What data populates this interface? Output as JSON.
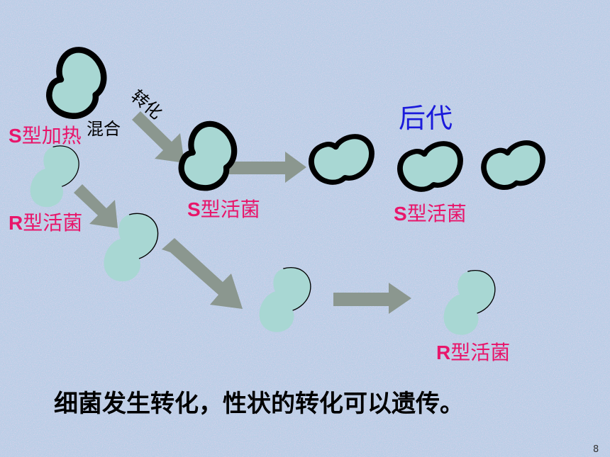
{
  "labels": {
    "s_heated": {
      "prefix": "S",
      "rest": "型加热"
    },
    "mix": "混合",
    "transform": "转化",
    "r_live": {
      "prefix": "R",
      "rest": "型活菌"
    },
    "s_live_mid": {
      "prefix": "S",
      "rest": "型活菌"
    },
    "offspring": "后代",
    "s_live_right": {
      "prefix": "S",
      "rest": "型活菌"
    },
    "r_live_bottom": {
      "prefix": "R",
      "rest": "型活菌"
    }
  },
  "conclusion": "细菌发生转化，性状的转化可以遗传。",
  "page_number": "8",
  "colors": {
    "background": "#b9cde6",
    "label_pink": "#e8156a",
    "offspring_blue": "#1a1adb",
    "cell_fill": "#a8d7d3",
    "cell_outline": "#000000",
    "arrow_fill": "#8b978f"
  }
}
